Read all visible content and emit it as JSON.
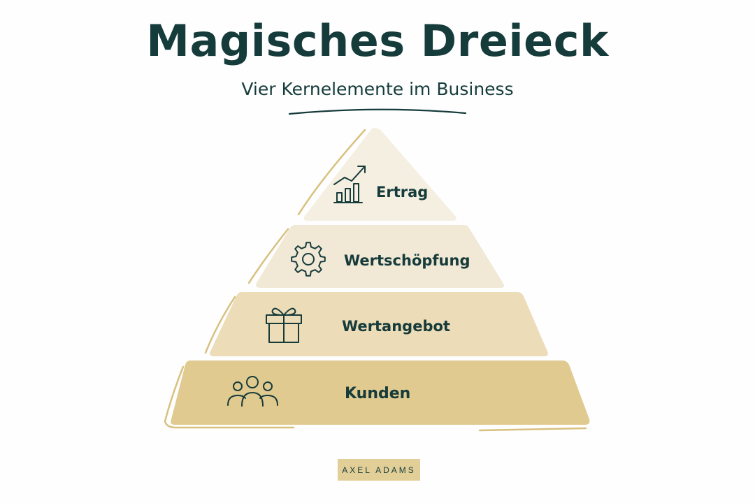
{
  "title": "Magisches Dreieck",
  "subtitle": "Vier Kernelemente im Business",
  "levels": [
    {
      "label": "Ertrag",
      "icon": "growth-chart-icon"
    },
    {
      "label": "Wertschöpfung",
      "icon": "gear-icon"
    },
    {
      "label": "Wertangebot",
      "icon": "gift-icon"
    },
    {
      "label": "Kunden",
      "icon": "people-group-icon"
    }
  ],
  "brand": "AXEL ADAMS",
  "colors": {
    "text": "#163b3b",
    "accent": "#d8c07e",
    "level_fills": [
      "#f5efe2",
      "#f1e8d5",
      "#ecdcb7",
      "#e0ca8f"
    ],
    "badge_bg": "#e2cf97"
  }
}
